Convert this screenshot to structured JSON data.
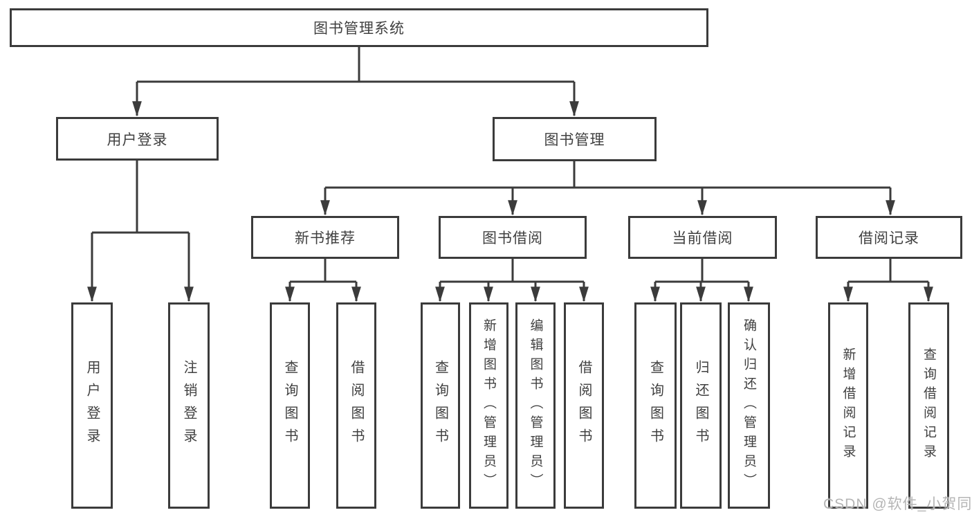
{
  "diagram": {
    "type": "hierarchy-tree",
    "colors": {
      "line": "#3b3b3b",
      "box_border": "#3b3b3b",
      "box_fill": "#ffffff",
      "text": "#404040",
      "background": "#ffffff",
      "watermark_text_color": "#b5b5b5"
    },
    "tree": {
      "label": "图书管理系统",
      "children": [
        {
          "label": "用户登录",
          "children": [
            {
              "label": "用户登录"
            },
            {
              "label": "注销登录"
            }
          ]
        },
        {
          "label": "图书管理",
          "children": [
            {
              "label": "新书推荐",
              "children": [
                {
                  "label": "查询图书"
                },
                {
                  "label": "借阅图书"
                }
              ]
            },
            {
              "label": "图书借阅",
              "children": [
                {
                  "label": "查询图书"
                },
                {
                  "label": "新增图书（管理员）"
                },
                {
                  "label": "编辑图书（管理员）"
                },
                {
                  "label": "借阅图书"
                }
              ]
            },
            {
              "label": "当前借阅",
              "children": [
                {
                  "label": "查询图书"
                },
                {
                  "label": "归还图书"
                },
                {
                  "label": "确认归还（管理员）"
                }
              ]
            },
            {
              "label": "借阅记录",
              "children": [
                {
                  "label": "新增借阅记录"
                },
                {
                  "label": "查询借阅记录"
                }
              ]
            }
          ]
        }
      ]
    }
  },
  "watermark": "CSDN @软件_小贺同学"
}
